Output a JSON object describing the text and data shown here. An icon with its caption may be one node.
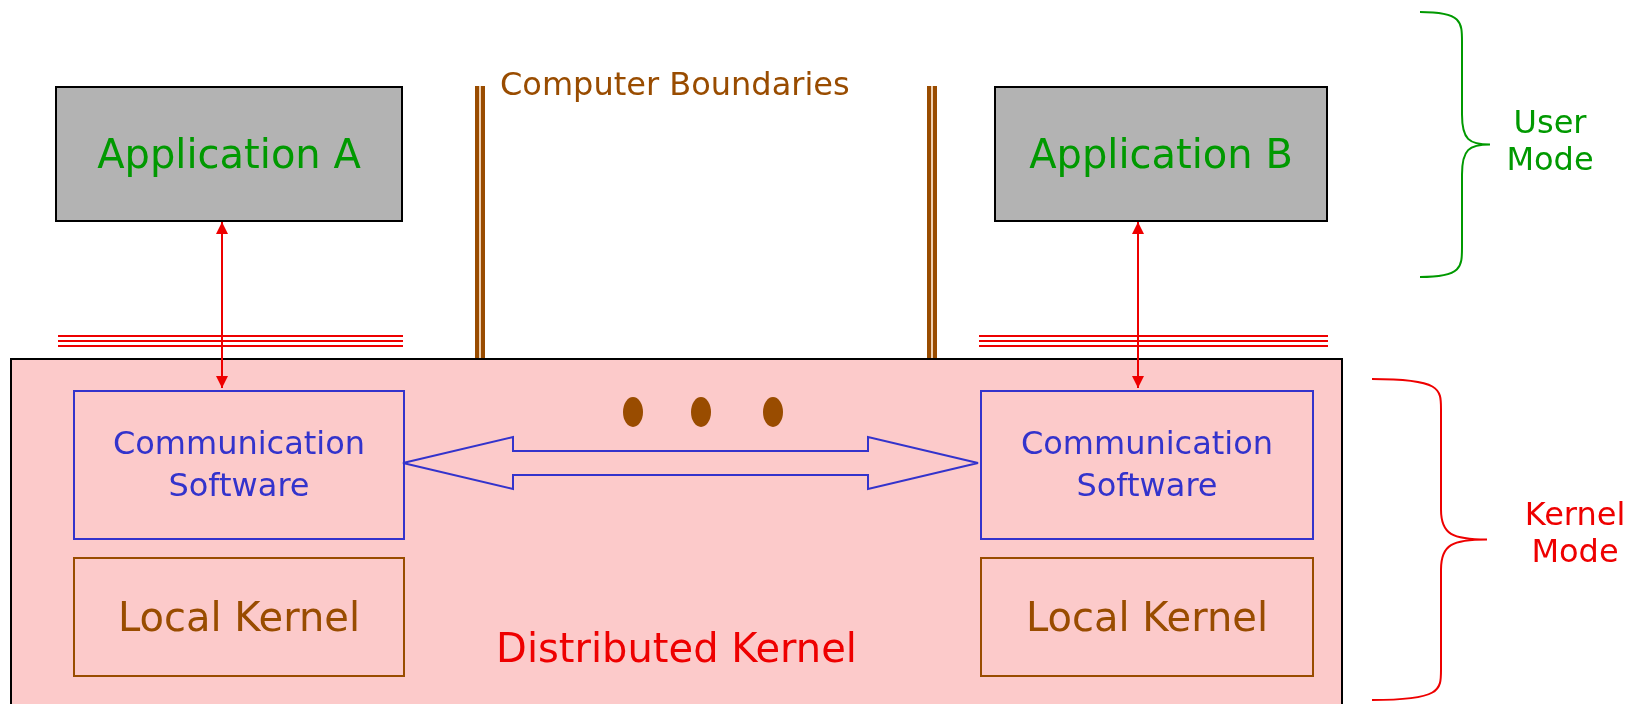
{
  "diagram": {
    "nodes": [
      {
        "text": [
          "Application A"
        ]
      },
      {
        "text": [
          "Application B"
        ]
      },
      {
        "text": [
          "Distributed Kernel"
        ]
      },
      {
        "text": [
          "Communication Software"
        ],
        "in": 2
      },
      {
        "text": [
          "Local Kernel"
        ],
        "in": 2
      },
      {
        "text": [
          "Communication Software"
        ],
        "in": 2
      },
      {
        "text": [
          "Local Kernel"
        ],
        "in": 2
      }
    ],
    "edges": [
      {
        "from": 0,
        "to": 3,
        "arrow": "both"
      },
      {
        "from": 1,
        "to": 5,
        "arrow": "both"
      },
      {
        "from": 3,
        "to": 5,
        "arrow": "both",
        "style": "thick",
        "color": "#3333cc"
      }
    ],
    "labels": [
      "Computer Boundaries",
      "User Mode",
      "Kernel Mode"
    ]
  }
}
